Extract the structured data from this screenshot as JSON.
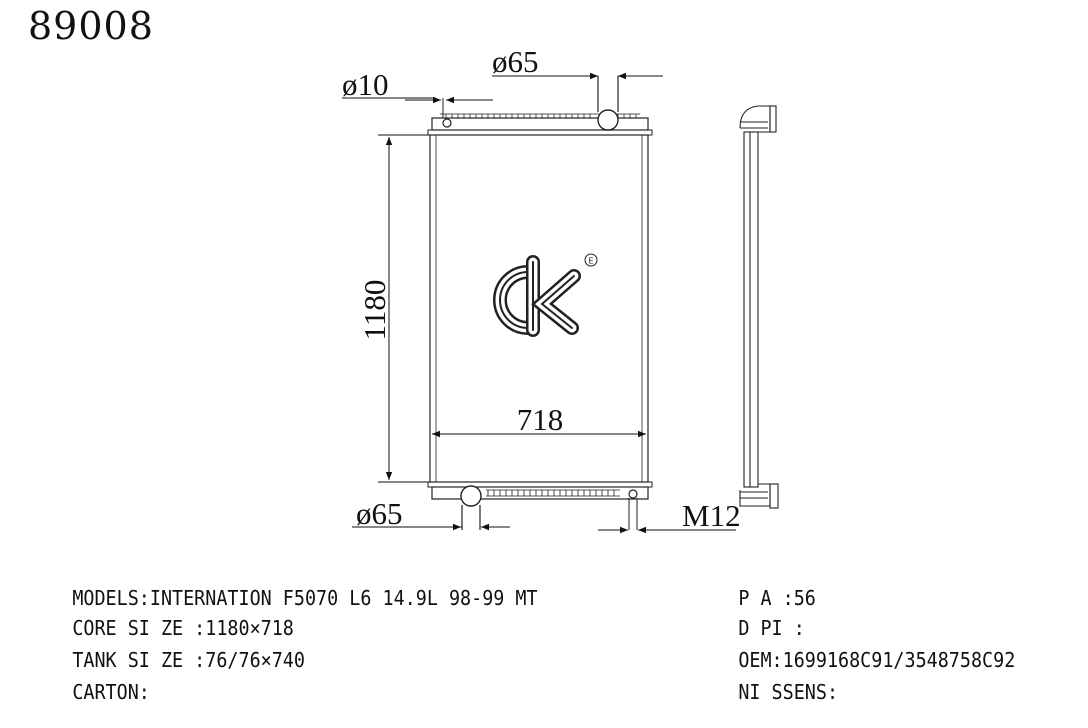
{
  "part_number": "89008",
  "dimensions": {
    "inlet_diameter": "ø65",
    "drain_diameter": "ø10",
    "core_height": "1180",
    "core_width": "718",
    "outlet_diameter": "ø65",
    "thread": "M12"
  },
  "logo": {
    "brand": "ck",
    "registered_mark": "E"
  },
  "specs": {
    "models_label": "MODELS:",
    "models_value": "INTERNATION F5070 L6 14.9L 98-99 MT",
    "core_label": "CORE SI ZE :",
    "core_value": "1180×718",
    "tank_label": "TANK SI ZE :",
    "tank_value": "76/76×740",
    "carton_label": "CARTON:",
    "carton_value": "",
    "pa_label": "P A :",
    "pa_value": "56",
    "dpi_label": "D PI :",
    "dpi_value": "",
    "oem_label": "OEM:",
    "oem_value": "1699168C91/3548758C92",
    "nissens_label": "NI SSENS:",
    "nissens_value": ""
  }
}
